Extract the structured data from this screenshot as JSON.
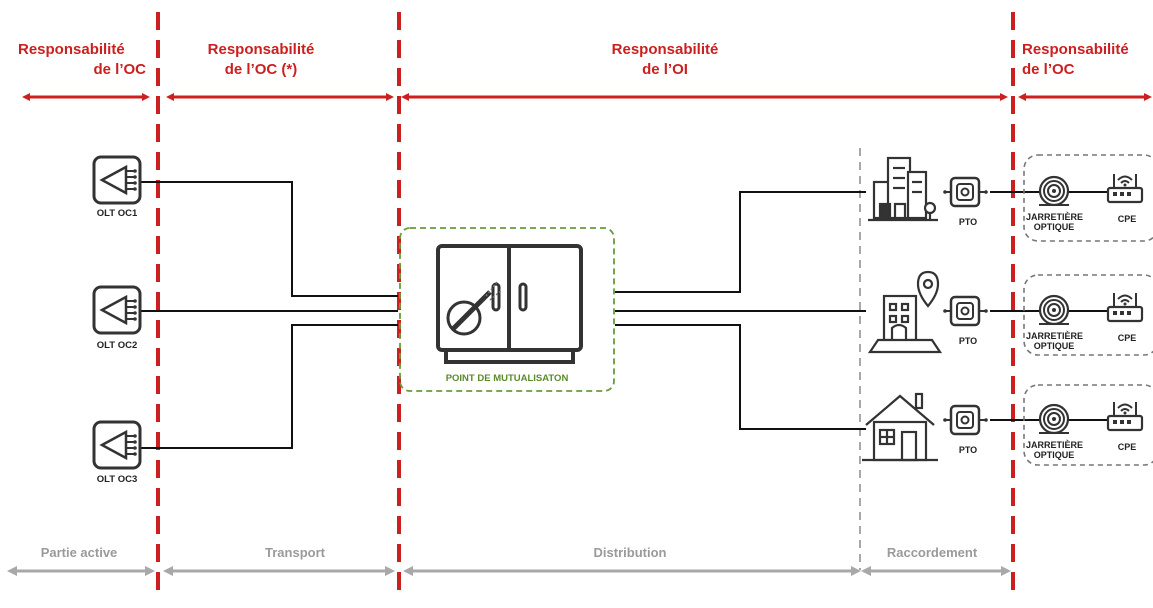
{
  "responsibilities": [
    {
      "line1": "Responsabilité",
      "line2": "de l’OC"
    },
    {
      "line1": "Responsabilité",
      "line2": "de l’OC (*)"
    },
    {
      "line1": "Responsabilité",
      "line2": "de l’OI"
    },
    {
      "line1": "Responsabilité",
      "line2": "de l’OC"
    }
  ],
  "olts": [
    "OLT OC1",
    "OLT OC2",
    "OLT OC3"
  ],
  "pm_label": "POINT DE MUTUALISATON",
  "premises": [
    {
      "icon": "building-icon",
      "pto": "PTO",
      "jarretiere": "JARRETIÈRE",
      "optique": "OPTIQUE",
      "cpe": "CPE"
    },
    {
      "icon": "office-location-icon",
      "pto": "PTO",
      "jarretiere": "JARRETIÈRE",
      "optique": "OPTIQUE",
      "cpe": "CPE"
    },
    {
      "icon": "house-icon",
      "pto": "PTO",
      "jarretiere": "JARRETIÈRE",
      "optique": "OPTIQUE",
      "cpe": "CPE"
    }
  ],
  "phases": [
    "Partie active",
    "Transport",
    "Distribution",
    "Raccordement"
  ],
  "colors": {
    "red": "#cc1f1f",
    "grey": "#a8a8a8",
    "green": "#6a9a3a",
    "dark": "#333333"
  }
}
